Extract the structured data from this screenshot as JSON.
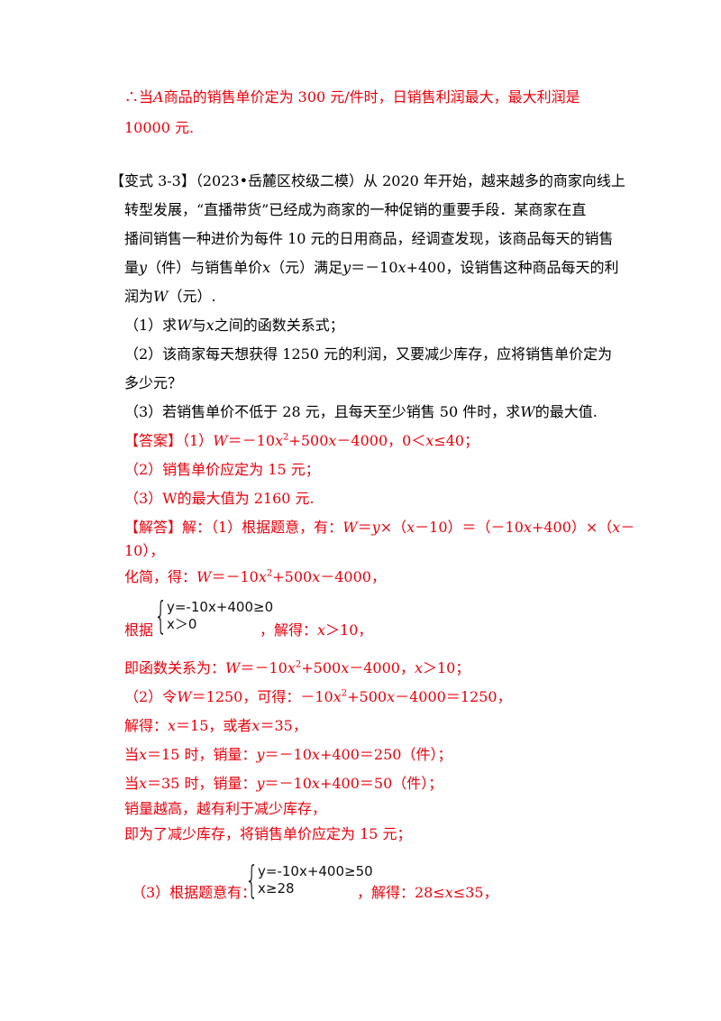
{
  "intro": {
    "line1": {
      "p1": "∴当",
      "var": "A",
      "p2": "商品的销售单价定为 300 元/件时，日销售利润最大，最大利润是"
    },
    "line2": "10000 元."
  },
  "problem": {
    "line1": "【变式 3-3】（2023•岳麓区校级二模）从 2020 年开始，越来越多的商家向线上",
    "line2": "转型发展，“直播带货”已经成为商家的一种促销的重要手段．某商家在直",
    "line3": "播间销售一种进价为每件 10 元的日用商品，经调查发现，该商品每天的销售",
    "line4": {
      "p1": "量",
      "y": "y",
      "p2": "（件）与销售单价",
      "x": "x",
      "p3": "（元）满足",
      "y2": "y",
      "p4": "＝－10",
      "x2": "x",
      "p5": "+400，设销售这种商品每天的利"
    },
    "line5": {
      "p1": "润为",
      "w": "W",
      "p2": "（元）."
    },
    "q1": {
      "p1": "（1）求",
      "w": "W",
      "p2": "与",
      "x": "x",
      "p3": "之间的函数关系式；"
    },
    "q2_line1": "（2）该商家每天想获得 1250 元的利润，又要减少库存，应将销售单价定为",
    "q2_line2": "多少元？",
    "q3": {
      "p1": "（3）若销售单价不低于 28 元，且每天至少销售 50 件时，求",
      "w": "W",
      "p2": "的最大值."
    }
  },
  "answer": {
    "a1": {
      "p1": "【答案】（1）",
      "w": "W",
      "p2": "＝－10",
      "x": "x",
      "sup": "2",
      "p3": "+500",
      "x2": "x",
      "p4": "－4000，0＜",
      "x3": "x",
      "p5": "≤40；"
    },
    "a2": "（2）销售单价应定为 15 元；",
    "a3": {
      "w": "（3）W",
      "p1": "的最大值为 2160 元."
    }
  },
  "solution": {
    "s1": {
      "p1": "【解答】解：（1）根据题意，有：",
      "w": "W",
      "p2": "＝",
      "y": "y",
      "p3": "×（",
      "x": "x",
      "p4": "－10）＝（－10",
      "x2": "x",
      "p5": "+400）×（",
      "x3": "x",
      "p6": "－"
    },
    "s2": "10），",
    "s3": {
      "p1": "化简，得：",
      "w": "W",
      "p2": "＝－10",
      "x": "x",
      "sup": "2",
      "p3": "+500",
      "x2": "x",
      "p4": "－4000，"
    },
    "sys1": {
      "row1": "y=-10x+400≥0",
      "row2": "x＞0"
    },
    "s4": {
      "p1": "根据",
      "p2": "，解得：",
      "x": "x",
      "p3": "＞10，"
    },
    "s5": {
      "p1": "即函数关系为：",
      "w": "W",
      "p2": "＝－10",
      "x": "x",
      "sup": "2",
      "p3": "+500",
      "x2": "x",
      "p4": "－4000，",
      "x3": "x",
      "p5": "＞10；"
    },
    "s6": {
      "p1": "（2）令",
      "w": "W",
      "p2": "＝1250，可得：－10",
      "x": "x",
      "sup": "2",
      "p3": "+500",
      "x2": "x",
      "p4": "－4000＝1250，"
    },
    "s7": {
      "p1": "解得：",
      "x": "x",
      "p2": "＝15，或者",
      "x2": "x",
      "p3": "＝35，"
    },
    "s8": {
      "p1": "当",
      "x": "x",
      "p2": "＝15 时，销量：",
      "y": "y",
      "p3": "＝－10",
      "x2": "x",
      "p4": "+400＝250（件）；"
    },
    "s9": {
      "p1": "当",
      "x": "x",
      "p2": "＝35 时，销量：",
      "y": "y",
      "p3": "＝－10",
      "x2": "x",
      "p4": "+400＝50（件）；"
    },
    "s10": "销量越高，越有利于减少库存，",
    "s11": "即为了减少库存，将销售单价应定为 15 元；",
    "sys2": {
      "row1": "y=-10x+400≥50",
      "row2": "x≥28"
    },
    "s12": {
      "p1": "（3）根据题意有：",
      "p2": "，解得：28≤",
      "x": "x",
      "p3": "≤35，"
    }
  },
  "colors": {
    "answer": "#e8000b",
    "text": "#000000"
  }
}
